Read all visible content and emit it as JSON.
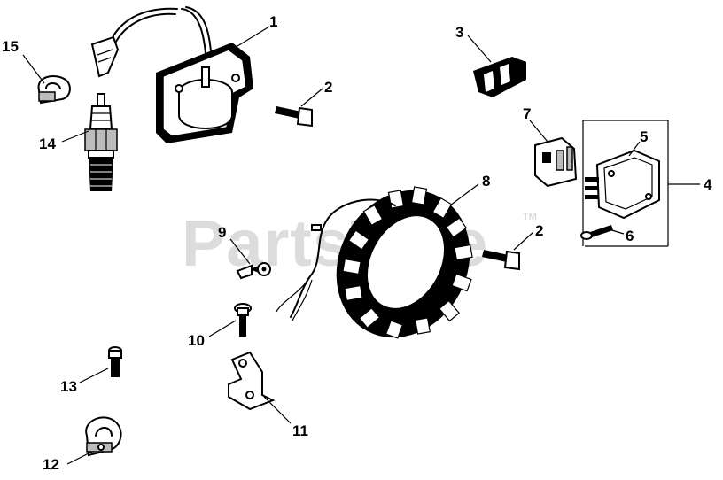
{
  "watermark": {
    "brand": "PartsTree",
    "trademark": "TM"
  },
  "callouts": {
    "c1": "1",
    "c2a": "2",
    "c2b": "2",
    "c3": "3",
    "c4": "4",
    "c5": "5",
    "c6": "6",
    "c7": "7",
    "c8": "8",
    "c9": "9",
    "c10": "10",
    "c11": "11",
    "c12": "12",
    "c13": "13",
    "c14": "14",
    "c15": "15"
  }
}
